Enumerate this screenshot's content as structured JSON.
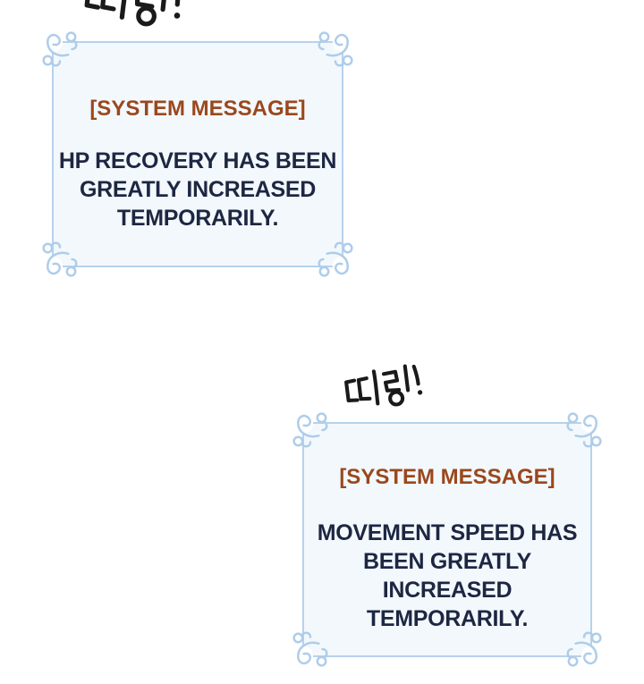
{
  "sfx": {
    "top": "띠링!",
    "middle": "띠링!"
  },
  "boxes": [
    {
      "title": "[SYSTEM MESSAGE]",
      "lines": [
        "HP RECOVERY HAS BEEN",
        "GREATLY INCREASED",
        "TEMPORARILY."
      ]
    },
    {
      "title": "[SYSTEM MESSAGE]",
      "lines": [
        "MOVEMENT SPEED HAS",
        "BEEN GREATLY",
        "INCREASED",
        "TEMPORARILY."
      ]
    }
  ],
  "colors": {
    "title_text": "#9a481d",
    "body_text": "#1d2742",
    "box_background": "#f3f8fd",
    "box_border": "#b7d2ec",
    "flourish": "#aecdea",
    "sfx_ink": "#1a1a1a",
    "page_background": "#ffffff"
  }
}
